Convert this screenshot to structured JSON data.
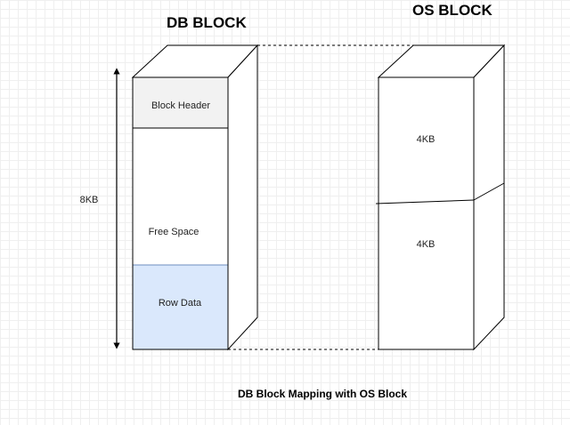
{
  "db_block": {
    "title": "DB BLOCK",
    "size_label": "8KB",
    "segments": {
      "header": "Block Header",
      "free_space": "Free Space",
      "row_data": "Row Data"
    }
  },
  "os_block": {
    "title": "OS BLOCK",
    "upper_label": "4KB",
    "lower_label": "4KB"
  },
  "caption": "DB Block Mapping with OS Block",
  "colors": {
    "header_fill": "#f2f2f2",
    "row_data_fill": "#dae8fc",
    "row_data_stroke": "#6c8ebf"
  }
}
